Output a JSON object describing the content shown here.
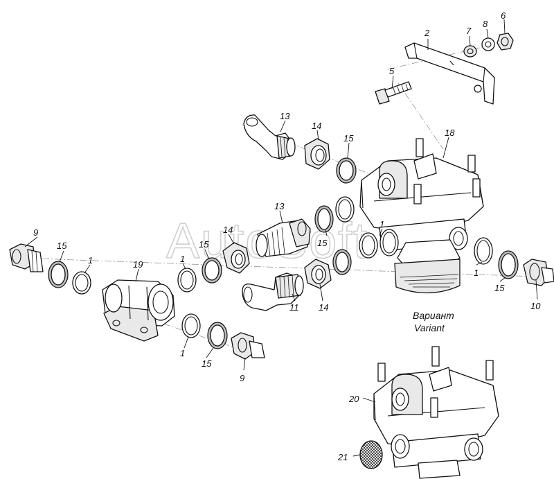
{
  "watermark": "AutoSoft",
  "variant": {
    "line1": "Вариант",
    "line2": "Variant"
  },
  "labels": {
    "p1a": "1",
    "p1b": "1",
    "p1c": "1",
    "p1d": "1",
    "p1e": "1",
    "p2": "2",
    "p5": "5",
    "p6": "6",
    "p7": "7",
    "p8": "8",
    "p9a": "9",
    "p9b": "9",
    "p10": "10",
    "p11": "11",
    "p13a": "13",
    "p13b": "13",
    "p14a": "14",
    "p14b": "14",
    "p14c": "14",
    "p15a": "15",
    "p15b": "15",
    "p15c": "15",
    "p15d": "15",
    "p15e": "15",
    "p15f": "15",
    "p18": "18",
    "p19": "19",
    "p20": "20",
    "p21": "21"
  }
}
